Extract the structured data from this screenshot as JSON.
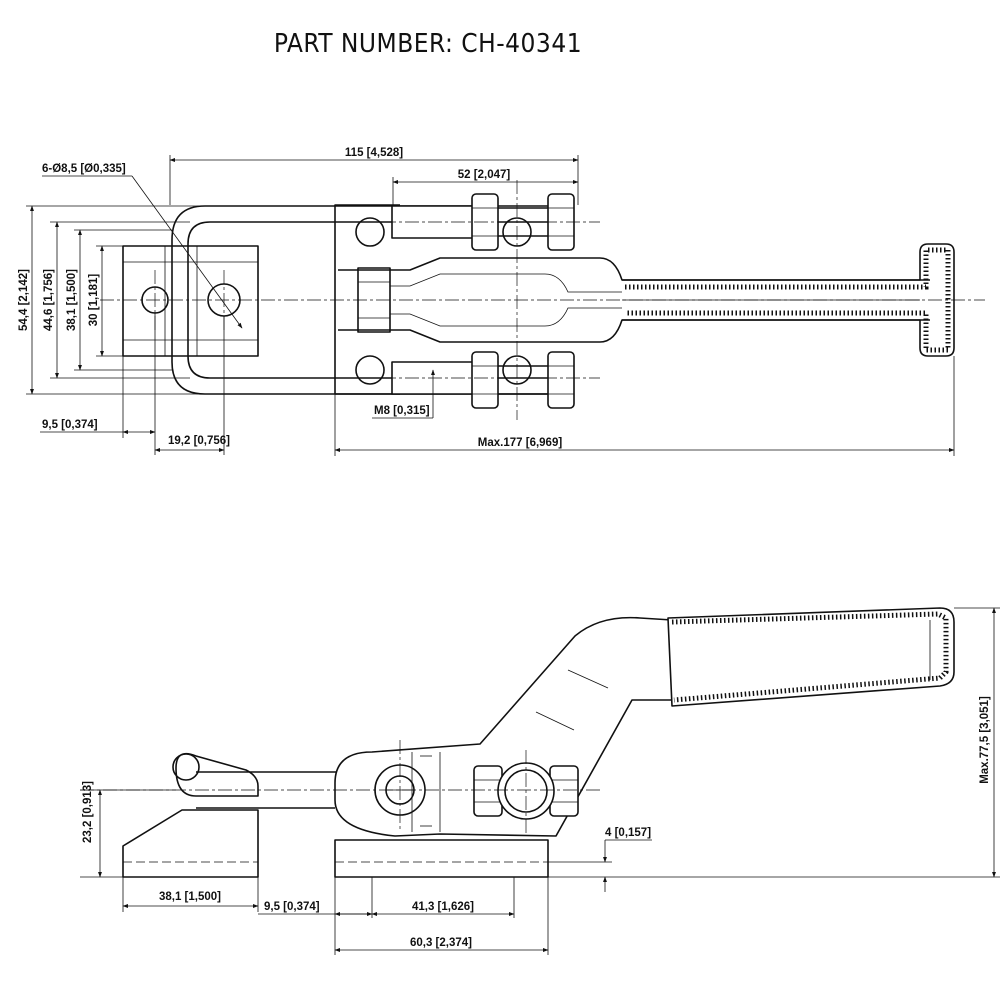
{
  "title": "PART NUMBER:  CH-40341",
  "top_view": {
    "dim_overall_length": "115 [4,528]",
    "dim_pivot_spacing": "52 [2,047]",
    "dim_holes": "6-Ø8,5 [Ø0,335]",
    "dim_width_54": "54,4 [2,142]",
    "dim_width_44": "44,6 [1,756]",
    "dim_width_38": "38,1 [1,500]",
    "dim_width_30": "30 [1,181]",
    "dim_offset_9": "9,5 [0,374]",
    "dim_offset_19": "19,2 [0,756]",
    "dim_thread": "M8 [0,315]",
    "dim_max_length": "Max.177 [6,969]"
  },
  "side_view": {
    "dim_height_23": "23,2 [0,913]",
    "dim_max_height": "Max.77,5 [3,051]",
    "dim_gap": "4 [0,157]",
    "dim_catch_length": "38,1 [1,500]",
    "dim_gap_9": "9,5 [0,374]",
    "dim_base_41": "41,3 [1,626]",
    "dim_base_60": "60,3 [2,374]"
  }
}
